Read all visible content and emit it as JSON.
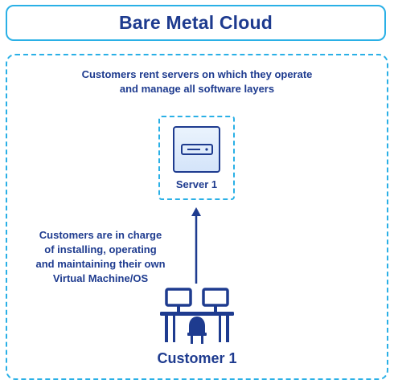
{
  "title": "Bare Metal Cloud",
  "description_lines": [
    "Customers rent servers on which they operate",
    "and manage all software layers"
  ],
  "server": {
    "label": "Server 1",
    "icon": "server-icon"
  },
  "note_lines": [
    "Customers are in charge",
    "of installing, operating",
    "and maintaining their own",
    "Virtual Machine/OS"
  ],
  "customer": {
    "label": "Customer 1",
    "icon": "workstation-users-icon"
  },
  "colors": {
    "accent": "#2ab0e6",
    "navy": "#1e3b8f"
  }
}
